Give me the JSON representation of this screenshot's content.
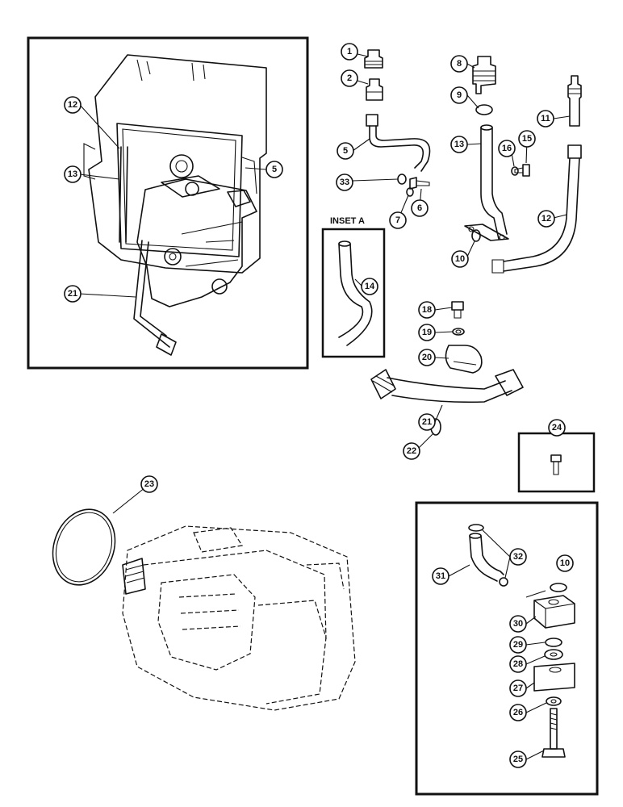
{
  "inset_label": "INSET A",
  "callouts": [
    {
      "id": "c1",
      "label": "1"
    },
    {
      "id": "c2",
      "label": "2"
    },
    {
      "id": "c5r",
      "label": "5"
    },
    {
      "id": "c33",
      "label": "33"
    },
    {
      "id": "c6",
      "label": "6"
    },
    {
      "id": "c7",
      "label": "7"
    },
    {
      "id": "c8",
      "label": "8"
    },
    {
      "id": "c9",
      "label": "9"
    },
    {
      "id": "c13r",
      "label": "13"
    },
    {
      "id": "c16",
      "label": "16"
    },
    {
      "id": "c15",
      "label": "15"
    },
    {
      "id": "c10a",
      "label": "10"
    },
    {
      "id": "c11",
      "label": "11"
    },
    {
      "id": "c12r",
      "label": "12"
    },
    {
      "id": "c12l",
      "label": "12"
    },
    {
      "id": "c13l",
      "label": "13"
    },
    {
      "id": "c5l",
      "label": "5"
    },
    {
      "id": "c21l",
      "label": "21"
    },
    {
      "id": "c14",
      "label": "14"
    },
    {
      "id": "c18",
      "label": "18"
    },
    {
      "id": "c19",
      "label": "19"
    },
    {
      "id": "c20",
      "label": "20"
    },
    {
      "id": "c21r",
      "label": "21"
    },
    {
      "id": "c22",
      "label": "22"
    },
    {
      "id": "c24",
      "label": "24"
    },
    {
      "id": "c23",
      "label": "23"
    },
    {
      "id": "c32",
      "label": "32"
    },
    {
      "id": "c31",
      "label": "31"
    },
    {
      "id": "c10b",
      "label": "10"
    },
    {
      "id": "c30",
      "label": "30"
    },
    {
      "id": "c29",
      "label": "29"
    },
    {
      "id": "c28",
      "label": "28"
    },
    {
      "id": "c27",
      "label": "27"
    },
    {
      "id": "c26",
      "label": "26"
    },
    {
      "id": "c25",
      "label": "25"
    }
  ]
}
